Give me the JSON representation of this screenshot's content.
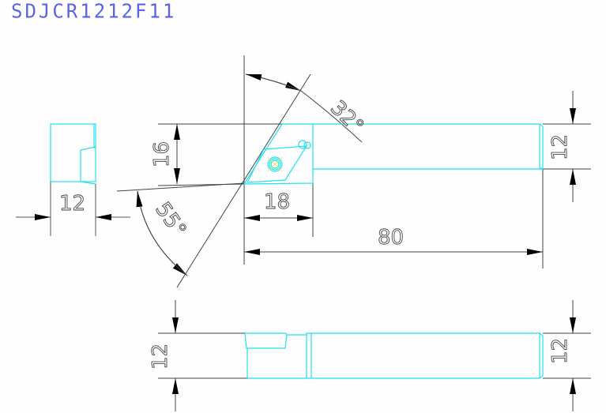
{
  "title": "SDJCR1212F11",
  "colors": {
    "title": "#5a64e6",
    "part_outline": "#22e0f0",
    "dimension_line": "#333333",
    "background": "#fdfefd",
    "screw_center": "#e8e830"
  },
  "dimensions": {
    "end_view_width": "12",
    "head_height": "16",
    "insert_offset": "18",
    "overall_length": "80",
    "shank_height_top": "12",
    "side_height_left": "12",
    "side_height_right": "12",
    "approach_angle": "32°",
    "insert_angle": "55°"
  }
}
